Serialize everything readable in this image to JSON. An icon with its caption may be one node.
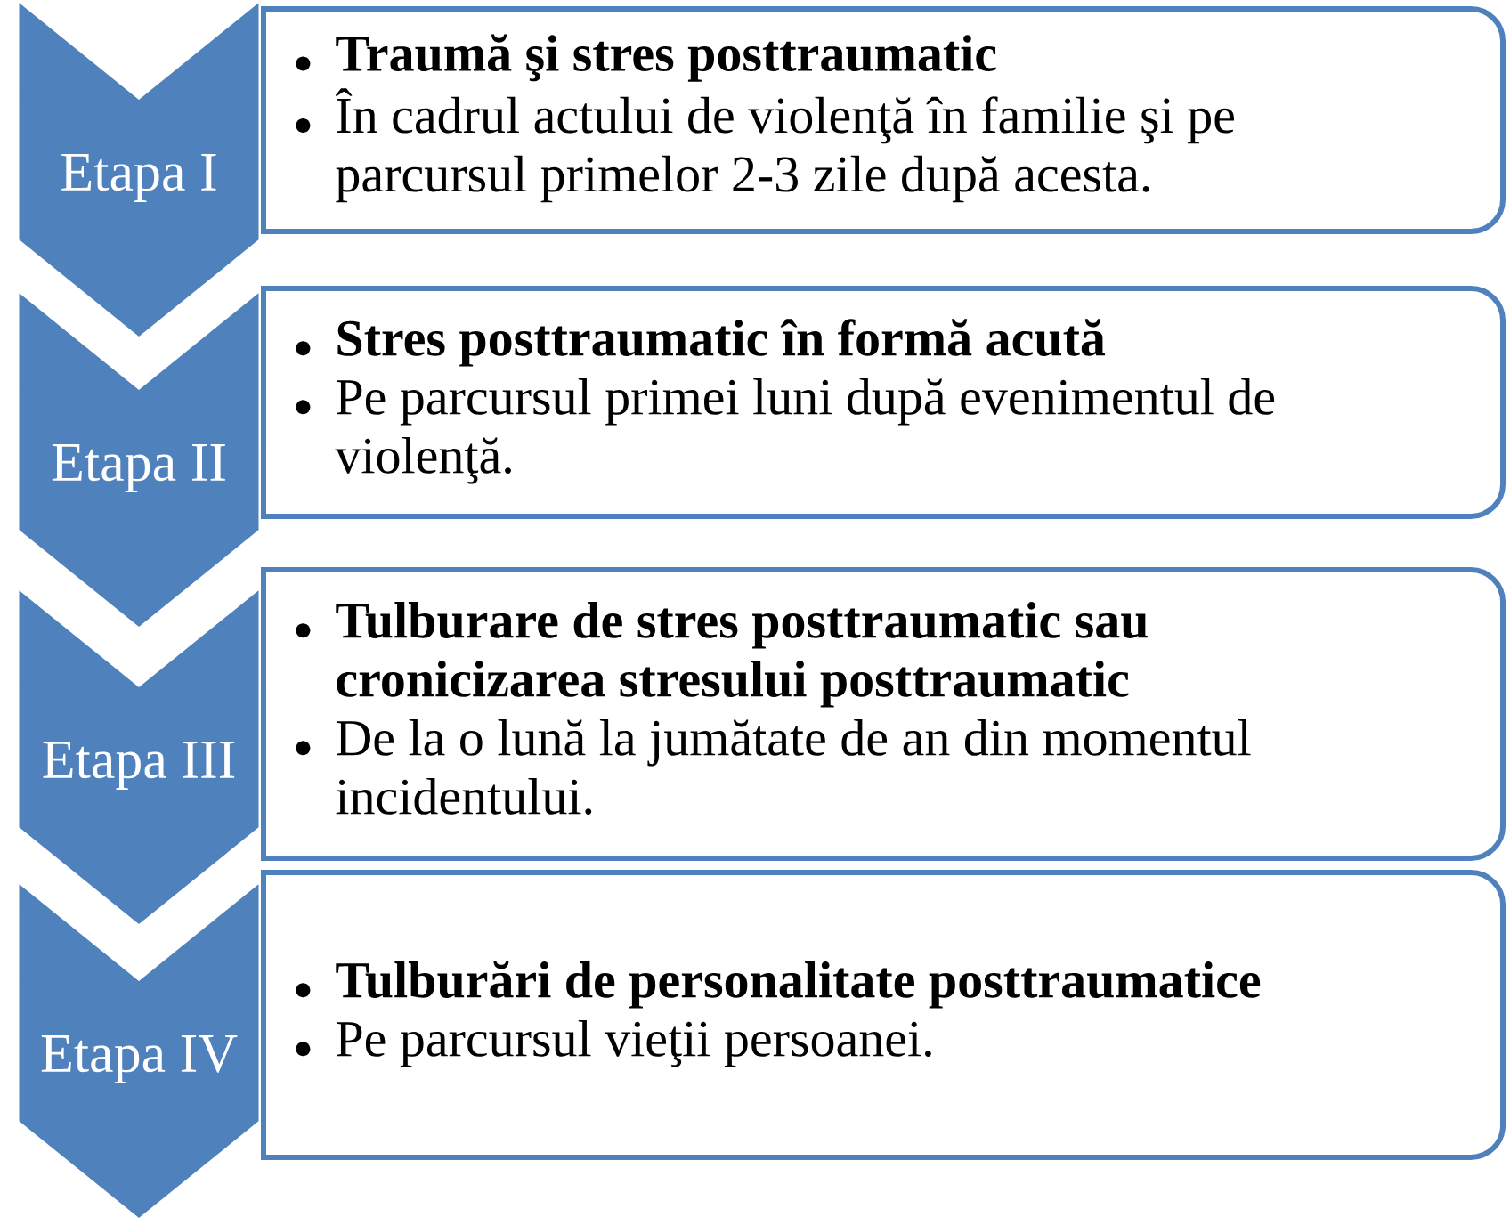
{
  "diagram": {
    "nodes": [
      {
        "text": [
          "Etapa I"
        ]
      },
      {
        "text": [
          "Traumă şi stres posttraumatic",
          "În cadrul actului de violenţă în familie şi pe parcursul primelor 2-3 zile după acesta."
        ]
      },
      {
        "text": [
          "Etapa II"
        ]
      },
      {
        "text": [
          "Stres posttraumatic în formă acută",
          "Pe parcursul primei luni după evenimentul de violenţă."
        ]
      },
      {
        "text": [
          "Etapa III"
        ]
      },
      {
        "text": [
          "Tulburare de stres posttraumatic sau cronicizarea stresului posttraumatic",
          "De la o lună la jumătate de an din momentul incidentului."
        ]
      },
      {
        "text": [
          "Etapa IV"
        ]
      },
      {
        "text": [
          "Tulburări de personalitate posttraumatice",
          "Pe parcursul vieţii persoanei."
        ]
      }
    ]
  }
}
